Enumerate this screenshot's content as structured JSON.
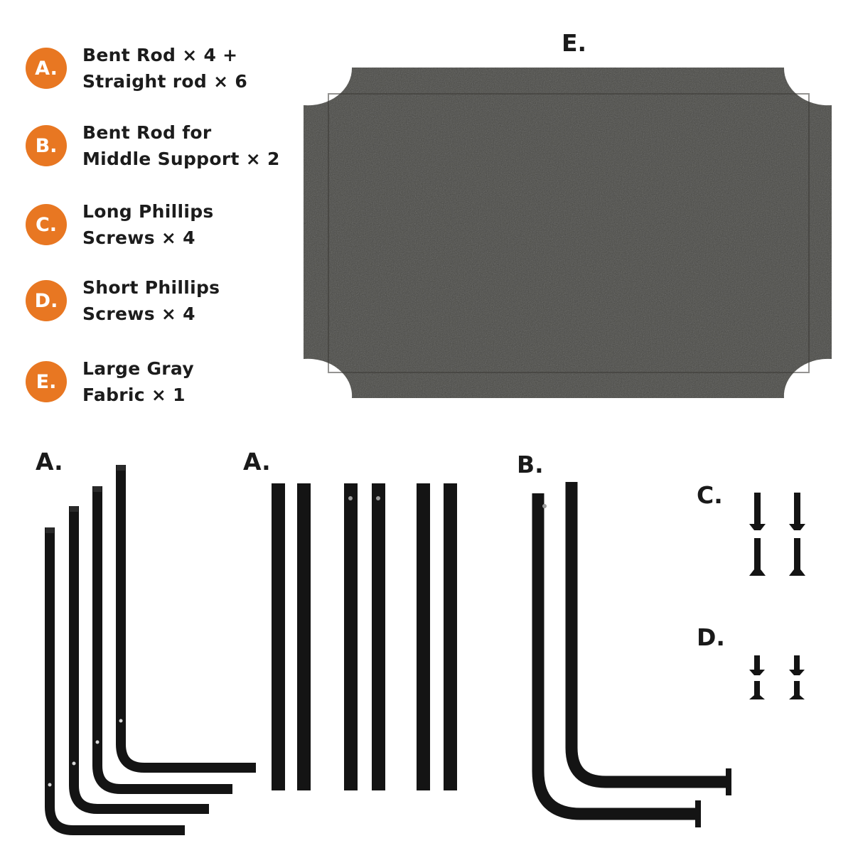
{
  "colors": {
    "badge": "#e87722",
    "rod": "#141414",
    "fabric": "#4a4944"
  },
  "legend": [
    {
      "letter": "A.",
      "line1": "Bent Rod × 4 +",
      "line2": "Straight rod × 6"
    },
    {
      "letter": "B.",
      "line1": "Bent Rod for",
      "line2": "Middle Support × 2"
    },
    {
      "letter": "C.",
      "line1": "Long Phillips",
      "line2": "Screws × 4"
    },
    {
      "letter": "D.",
      "line1": "Short Phillips",
      "line2": "Screws × 4"
    },
    {
      "letter": "E.",
      "line1": "Large Gray",
      "line2": "Fabric × 1"
    }
  ],
  "part_labels": {
    "fabric": "E.",
    "bent_rods": "A.",
    "straight_rods": "A.",
    "middle_rods": "B.",
    "long_screws": "C.",
    "short_screws": "D."
  },
  "parts": {
    "fabric": {
      "name": "large-gray-fabric",
      "count": 1
    },
    "bent_rods": {
      "count": 4
    },
    "straight_rods": {
      "count": 6
    },
    "middle_support_rods": {
      "count": 2
    },
    "long_screws": {
      "count": 4
    },
    "short_screws": {
      "count": 4
    }
  }
}
